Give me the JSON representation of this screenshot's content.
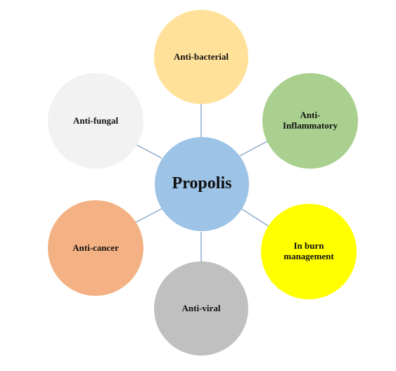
{
  "diagram": {
    "center": {
      "label": "Propolis",
      "color": "#9dc3e6"
    },
    "nodes": [
      {
        "id": "anti-bacterial",
        "label": "Anti-bacterial",
        "color": "#ffe199"
      },
      {
        "id": "anti-inflammatory",
        "label": "Anti-\nInflammatory",
        "color": "#a9d08e"
      },
      {
        "id": "in-burn-management",
        "label": "In burn\nmanagement",
        "color": "#ffff00"
      },
      {
        "id": "anti-viral",
        "label": "Anti-viral",
        "color": "#c0c0c0"
      },
      {
        "id": "anti-cancer",
        "label": "Anti-cancer",
        "color": "#f4b183"
      },
      {
        "id": "anti-fungal",
        "label": "Anti-fungal",
        "color": "#f2f2f2"
      }
    ],
    "connector_color": "#8eaacc"
  }
}
